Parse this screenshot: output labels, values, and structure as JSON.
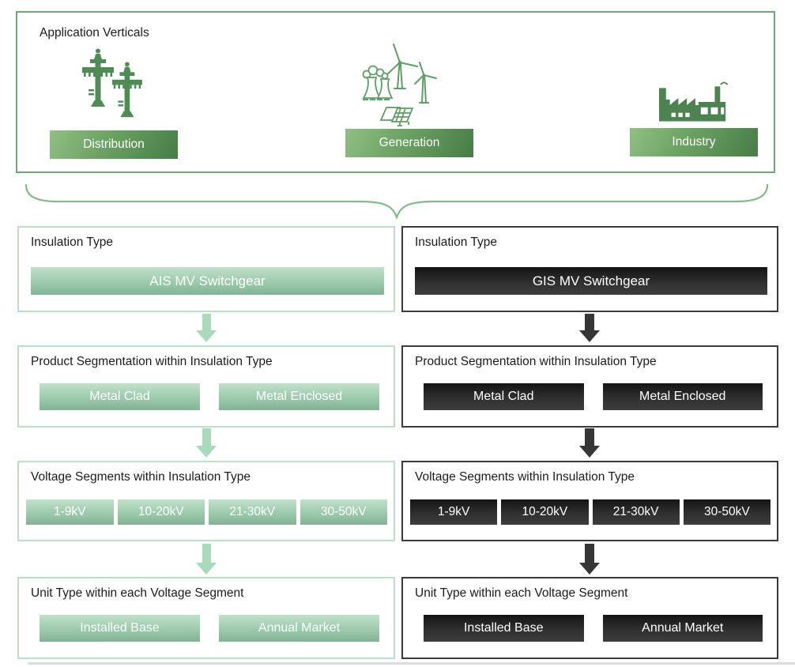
{
  "application_verticals": {
    "title": "Application Verticals",
    "items": [
      {
        "label": "Distribution",
        "icon": "utility-poles-icon"
      },
      {
        "label": "Generation",
        "icon": "power-generation-icon"
      },
      {
        "label": "Industry",
        "icon": "factory-icon"
      }
    ]
  },
  "ais": {
    "insulation_label": "Insulation Type",
    "insulation_value": "AIS MV Switchgear",
    "product_label": "Product Segmentation within Insulation Type",
    "products": [
      "Metal Clad",
      "Metal Enclosed"
    ],
    "voltage_label": "Voltage Segments within Insulation Type",
    "voltages": [
      "1-9kV",
      "10-20kV",
      "21-30kV",
      "30-50kV"
    ],
    "unit_label": "Unit Type within each Voltage Segment",
    "units": [
      "Installed Base",
      "Annual Market"
    ]
  },
  "gis": {
    "insulation_label": "Insulation Type",
    "insulation_value": "GIS MV Switchgear",
    "product_label": "Product Segmentation within Insulation Type",
    "products": [
      "Metal Clad",
      "Metal Enclosed"
    ],
    "voltage_label": "Voltage Segments within Insulation Type",
    "voltages": [
      "1-9kV",
      "10-20kV",
      "21-30kV",
      "30-50kV"
    ],
    "unit_label": "Unit Type within each Voltage Segment",
    "units": [
      "Installed Base",
      "Annual Market"
    ]
  },
  "colors": {
    "panel_border_green": "#6fa877",
    "light_box_border": "#bcdfc8",
    "dark_box_border": "#3a3a3a",
    "light_bar_top": "#c1e1cb",
    "light_bar_bottom": "#82b393",
    "dark_bar": "#2e2e2e",
    "vertical_button_start": "#90bf84",
    "vertical_button_end": "#467d46",
    "green_arrow": "#a9dabb",
    "dark_arrow": "#363636",
    "icon_green": "#4e8b55"
  }
}
